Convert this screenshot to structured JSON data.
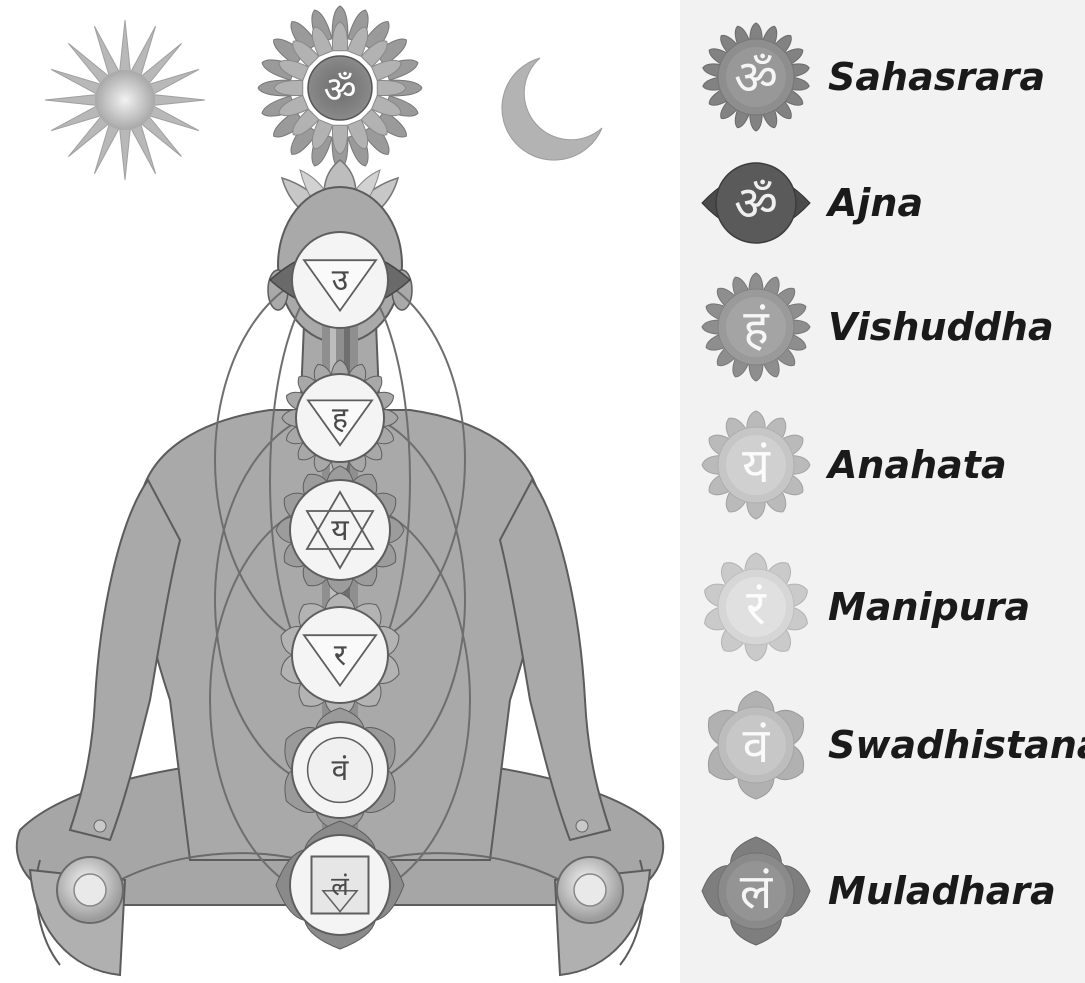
{
  "legend": {
    "items": [
      {
        "label": "Sahasrara",
        "glyph": "ॐ",
        "color": "#8e8e8e",
        "petals": 18
      },
      {
        "label": "Ajna",
        "glyph": "ॐ",
        "color": "#5a5a5a",
        "petals": 2
      },
      {
        "label": "Vishuddha",
        "glyph": "हं",
        "color": "#9a9a9a",
        "petals": 16
      },
      {
        "label": "Anahata",
        "glyph": "यं",
        "color": "#c6c6c6",
        "petals": 12
      },
      {
        "label": "Manipura",
        "glyph": "रं",
        "color": "#d6d6d6",
        "petals": 10
      },
      {
        "label": "Swadhistana",
        "glyph": "वं",
        "color": "#bdbdbd",
        "petals": 6
      },
      {
        "label": "Muladhara",
        "glyph": "लं",
        "color": "#8a8a8a",
        "petals": 4
      }
    ]
  },
  "figure": {
    "crown_glyph": "ॐ",
    "body_chakras": [
      {
        "name": "ajna",
        "glyph": "उ"
      },
      {
        "name": "vishuddha",
        "glyph": "ह"
      },
      {
        "name": "anahata",
        "glyph": "य"
      },
      {
        "name": "manipura",
        "glyph": "र"
      },
      {
        "name": "swadhistana",
        "glyph": "वं"
      },
      {
        "name": "muladhara",
        "glyph": "लं"
      }
    ]
  },
  "colors": {
    "body": "#a9a9a9",
    "body_outline": "#5c5c5c",
    "sun": "#b8b8b8",
    "moon": "#b5b5b5",
    "lotus": "#9e9e9e"
  }
}
